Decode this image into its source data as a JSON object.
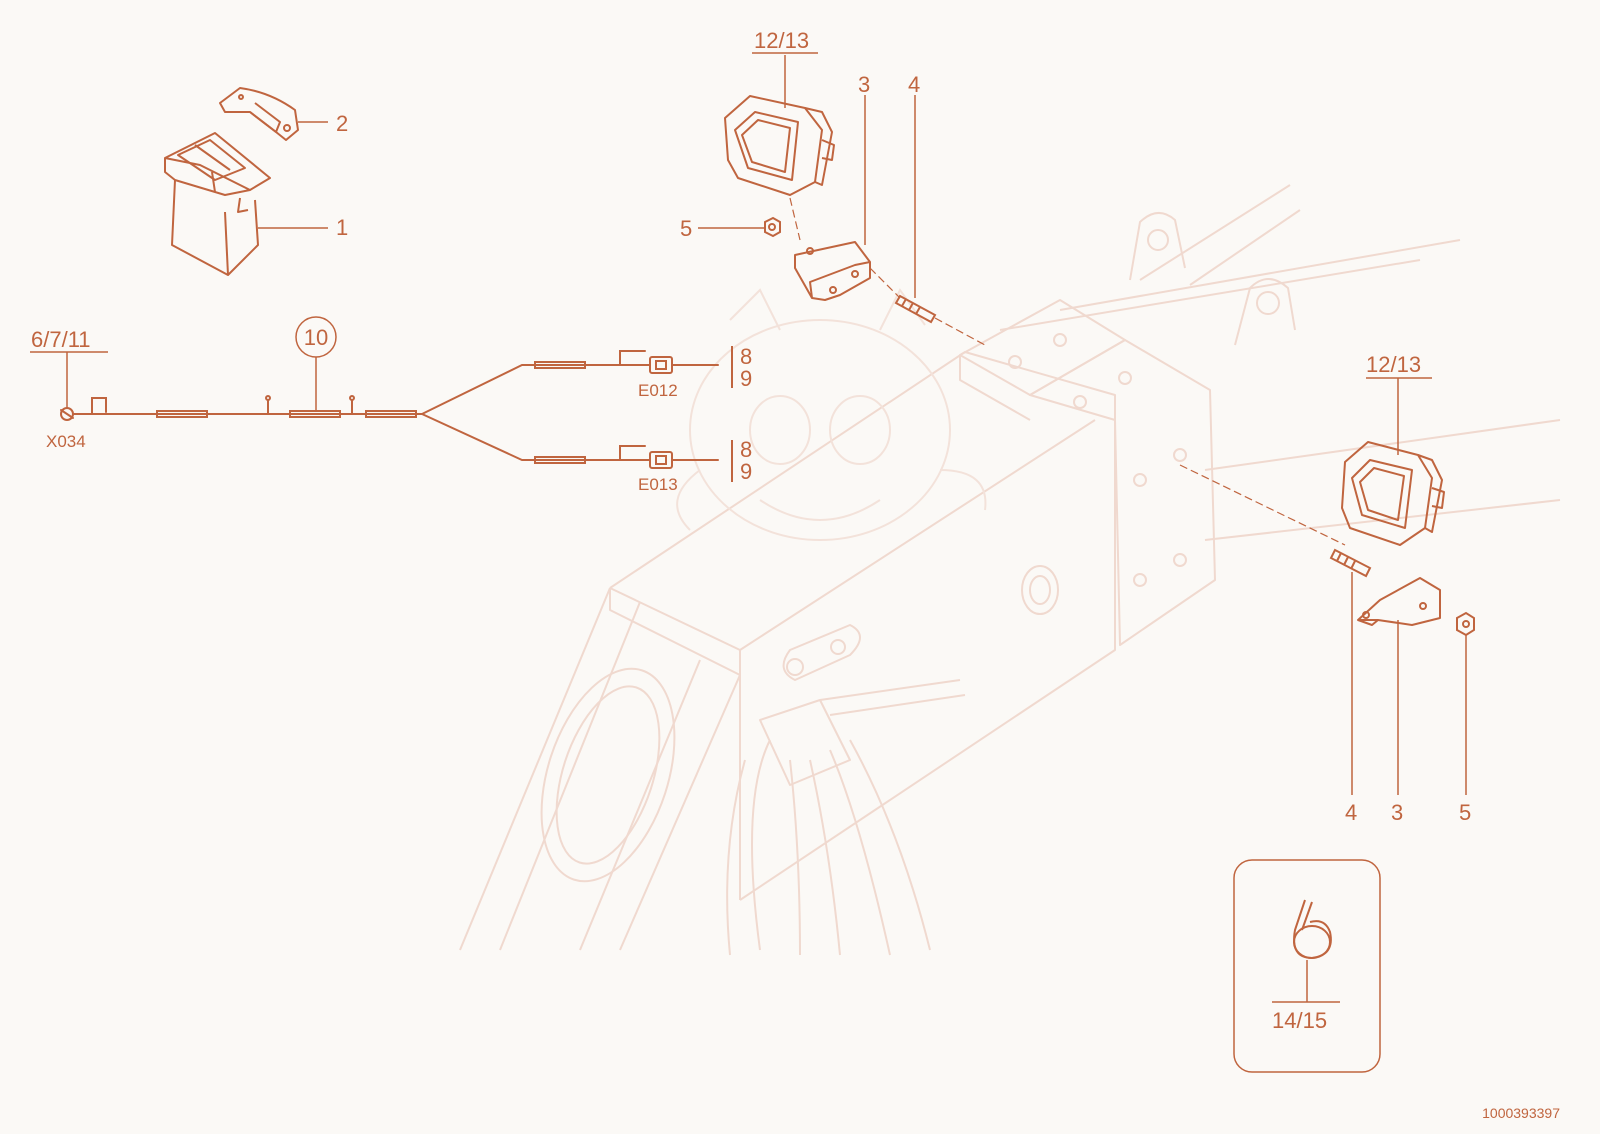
{
  "colors": {
    "accent": "#c0653f",
    "ghost": "#f0d9cf",
    "ghost_dark": "#e8c7b8",
    "background": "#fbf9f6"
  },
  "labels": {
    "switch": "1",
    "switch_cap": "2",
    "bracket_top": "3",
    "stud_top": "4",
    "nut_top": "5",
    "lamp_top": "12/13",
    "lamp_right": "12/13",
    "harness_connector_ref": "6/7/11",
    "harness": "10",
    "connector_x034": "X034",
    "connector_e012": "E012",
    "connector_e013": "E013",
    "e012_item_a": "8",
    "e012_item_b": "9",
    "e013_item_a": "8",
    "e013_item_b": "9",
    "stud_bottom": "4",
    "bracket_bottom": "3",
    "nut_bottom": "5",
    "cable_tie": "14/15",
    "drawing_number": "1000393397"
  }
}
